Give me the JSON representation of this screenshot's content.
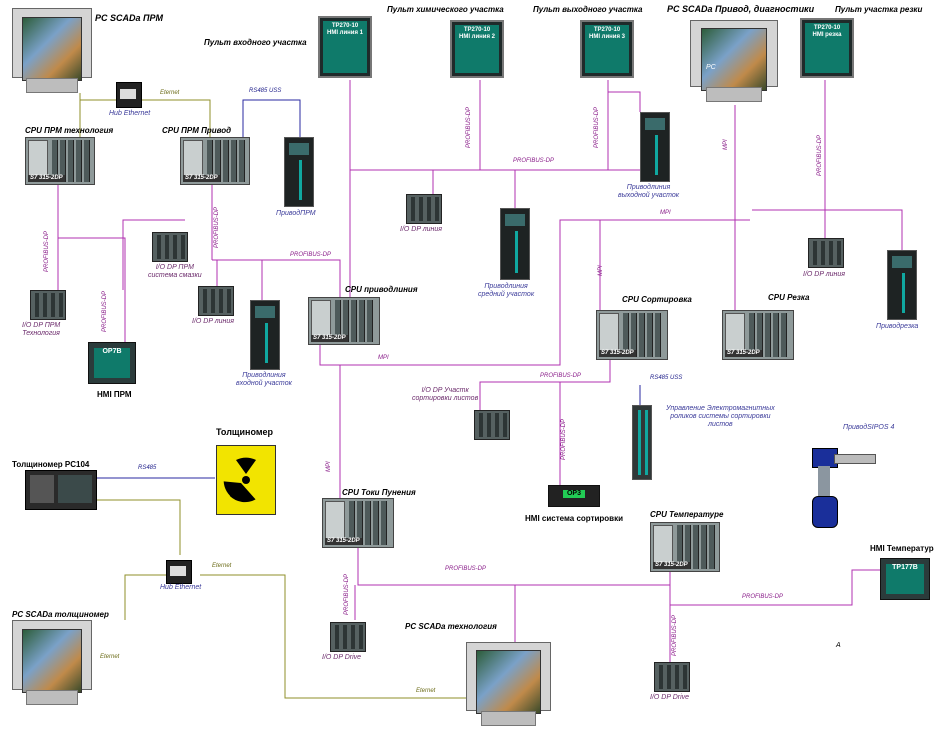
{
  "colors": {
    "profibus": "#b030b0",
    "mpi": "#b030b0",
    "ethernet": "#8f8f2a",
    "rs485": "#2a2aa0",
    "box_label": "#3b3b9a"
  },
  "hmi_panels": [
    {
      "id": "hmi1",
      "title": "Пульт входного участка",
      "screen": "TP270-10\nHMI линия 1"
    },
    {
      "id": "hmi2",
      "title": "Пульт химического участка",
      "screen": "TP270-10\nHMI линия 2"
    },
    {
      "id": "hmi3",
      "title": "Пульт выходного участка",
      "screen": "TP270-10\nHMI линия 3"
    },
    {
      "id": "hmi4",
      "title": "Пульт участка резки",
      "screen": "TP270-10\nHMI резка"
    }
  ],
  "pcs": {
    "prm": "PC SCADa ПРМ",
    "drive": "PC SCADa Привод, диагностики",
    "thick": "PC SCADa толщиномер",
    "tech": "PC SCADa технология",
    "drive_screen": "PC"
  },
  "hubs": {
    "hub1": "Hub Ethernet",
    "hub2": "Hub Ethernet"
  },
  "cpus": {
    "prm_tech": "CPU ПРМ технология",
    "prm_drive": "CPU ПРМ Привод",
    "line": "CPU приводлиния",
    "sort": "CPU Сортировка",
    "cut": "CPU Резка",
    "current": "CPU Токи Пунения",
    "temp": "CPU Температуре",
    "tag": "S7 315-2DP"
  },
  "io": {
    "prm_tech": "I/O DP ПРМ\nТехнология",
    "prm_systems": "I/O DP ПРМ\nсистема смазки",
    "line1": "I/O DP линия",
    "line2": "I/O DP линия",
    "line3": "I/O DP линия",
    "sort": "I/O DP Участк\nсортировки листов",
    "drive1": "I/O DP Drive",
    "drive2": "I/O DP Drive"
  },
  "drives": {
    "prm": "ПриводПРМ",
    "in": "Приводлиния\nвходной участок",
    "mid": "Приводлиния\nсредний участок",
    "out": "Приводлиния\nвыходной участок",
    "cut": "Приводрезка",
    "el": "Управление Электромагнитных\nроликов системы сортировки\nлистов",
    "sipos": "ПриводSIPOS 4"
  },
  "ops": {
    "op7": {
      "screen": "OP7B",
      "caption": "HMI ПРМ"
    },
    "op3": {
      "screen": "OP3",
      "caption": "HMI система сортировки"
    },
    "tp17": {
      "screen": "TP177B",
      "caption": "HMI Температура"
    }
  },
  "thickness": {
    "title": "Толщиномер",
    "pc104": "Толщиномер PC104"
  },
  "networks": {
    "profibus": "PROFIBUS-DP",
    "mpi": "MPI",
    "ethernet": "Eternet",
    "rs485": "RS485",
    "rs485uss": "RS485 USS"
  },
  "misc": {
    "mark": "A"
  }
}
